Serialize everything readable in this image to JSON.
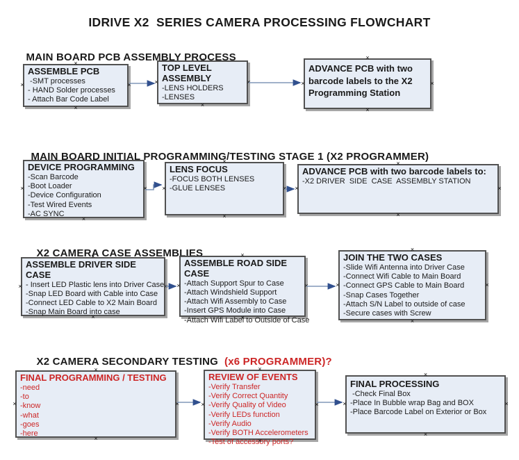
{
  "title": "IDRIVE X2  SERIES CAMERA PROCESSING FLOWCHART",
  "colors": {
    "box_fill": "#e7edf6",
    "box_border": "#515151",
    "red_text": "#cc2626",
    "arrow_line": "#8097b9",
    "arrow_head": "#31508e"
  },
  "sections": [
    {
      "heading": "MAIN BOARD PCB ASSEMBLY PROCESS",
      "boxes": [
        {
          "title": "ASSEMBLE PCB",
          "items": [
            " -SMT processes",
            "- HAND Solder processes",
            "- Attach Bar Code Label"
          ]
        },
        {
          "title": "TOP LEVEL ASSEMBLY",
          "items": [
            "-LENS HOLDERS",
            "-LENSES"
          ]
        },
        {
          "title": "ADVANCE PCB with two barcode labels to the X2 Programming Station",
          "items": []
        }
      ]
    },
    {
      "heading": "MAIN BOARD INITIAL PROGRAMMING/TESTING STAGE 1 (X2 PROGRAMMER)",
      "boxes": [
        {
          "title": "DEVICE PROGRAMMING",
          "items": [
            "-Scan Barcode",
            "-Boot Loader",
            "-Device Configuration",
            "-Test Wired Events",
            "-AC SYNC"
          ]
        },
        {
          "title": "LENS FOCUS",
          "items": [
            "-FOCUS BOTH LENSES",
            "-GLUE LENSES"
          ]
        },
        {
          "title": "ADVANCE PCB with two barcode labels to:",
          "items": [
            "-X2 DRIVER  SIDE  CASE  ASSEMBLY STATION"
          ]
        }
      ]
    },
    {
      "heading": "X2 CAMERA CASE ASSEMBLIES",
      "boxes": [
        {
          "title": "ASSEMBLE DRIVER SIDE CASE",
          "items": [
            "- Insert LED Plastic lens into Driver Case",
            "-Snap LED Board with Cable into Case",
            "-Connect LED Cable to X2 Main Board",
            "-Snap Main Board into case"
          ]
        },
        {
          "title": "ASSEMBLE ROAD SIDE CASE",
          "items": [
            "-Attach Support Spur to Case",
            "-Attach Windshield Support",
            "-Attach Wifi Assembly to Case",
            "-Insert GPS Module into Case",
            "-Attach Wifi Label to Outside of Case"
          ]
        },
        {
          "title": "JOIN THE TWO CASES",
          "items": [
            "-Slide Wifi Antenna into Driver Case",
            "-Connect Wifi Cable to Main Board",
            "-Connect GPS Cable to Main Board",
            "-Snap Cases Together",
            "-Attach S/N Label to outside of case",
            "-Secure cases with Screw"
          ]
        }
      ]
    },
    {
      "heading": "X2 CAMERA SECONDARY TESTING",
      "heading_red": "(x6 PROGRAMMER)?",
      "boxes": [
        {
          "title": "FINAL PROGRAMMING / TESTING",
          "items": [
            "-need",
            "-to",
            "-know",
            "-what",
            "-goes",
            "-here"
          ]
        },
        {
          "title": "REVIEW OF EVENTS",
          "items": [
            "-Verify Transfer",
            "-Verify Correct Quantity",
            "-Verify Quality of Video",
            "-Verify LEDs function",
            "-Verify Audio",
            "-Verify BOTH Accelerometers",
            "-Test of accessory ports?"
          ]
        },
        {
          "title": "FINAL PROCESSING",
          "items": [
            " -Check Final Box",
            "-Place In Bubble wrap Bag and BOX",
            "-Place Barcode Label on Exterior or Box"
          ]
        }
      ]
    }
  ]
}
